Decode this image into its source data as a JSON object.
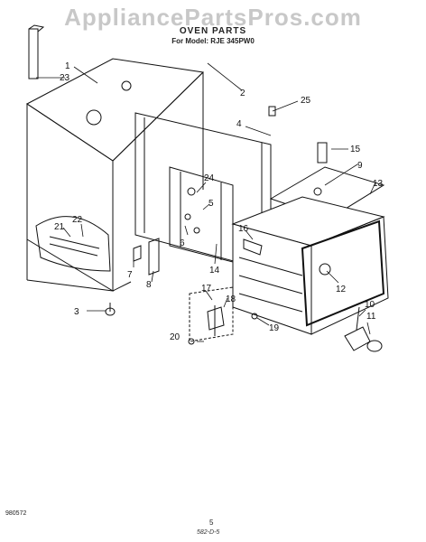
{
  "watermark": "AppliancePartsPros.com",
  "title": "OVEN PARTS",
  "subtitle": "For Model: RJE 345PW0",
  "footer_code": "980572",
  "page_number": "5",
  "sheet_ref": "582-D-5",
  "callouts": [
    "1",
    "2",
    "3",
    "4",
    "5",
    "6",
    "7",
    "8",
    "9",
    "10",
    "11",
    "12",
    "13",
    "14",
    "15",
    "16",
    "17",
    "18",
    "19",
    "20",
    "21",
    "22",
    "23",
    "24",
    "25"
  ],
  "colors": {
    "ink": "#111111",
    "watermark": "#c8c8c8",
    "paper": "#ffffff"
  }
}
